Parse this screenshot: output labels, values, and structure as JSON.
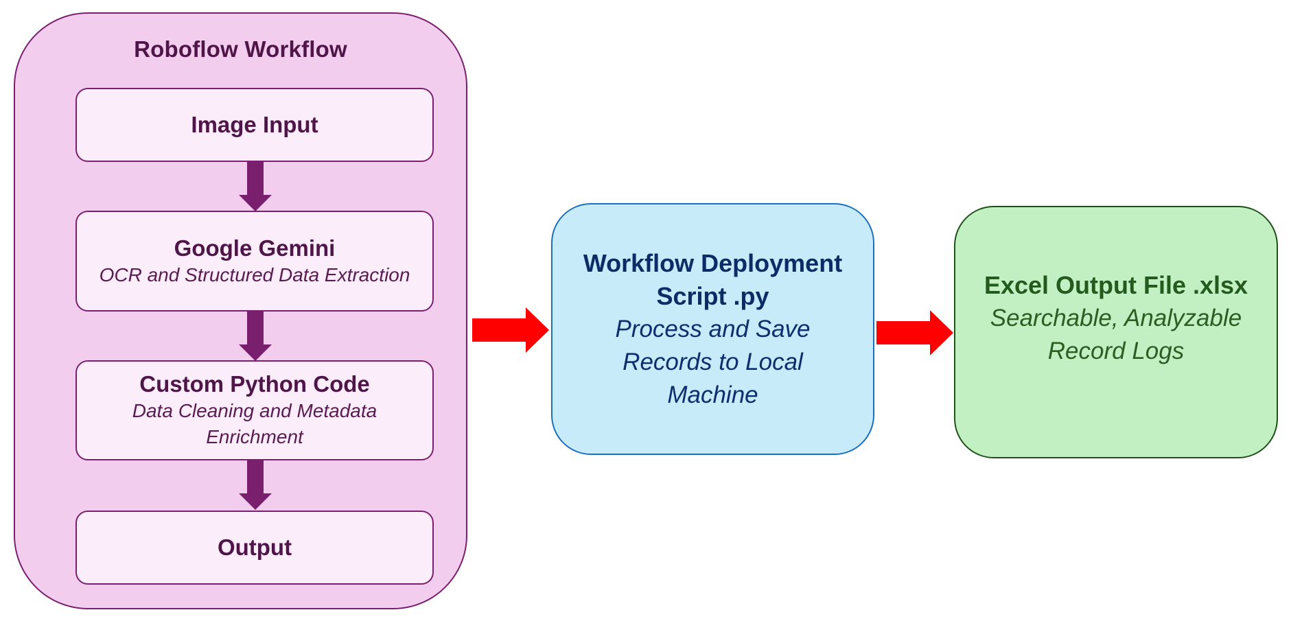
{
  "workflow": {
    "title": "Roboflow Workflow",
    "steps": [
      {
        "title": "Image Input",
        "subtitle": ""
      },
      {
        "title": "Google Gemini",
        "subtitle": "OCR and Structured Data Extraction"
      },
      {
        "title": "Custom Python Code",
        "subtitle": "Data Cleaning and Metadata Enrichment"
      },
      {
        "title": "Output",
        "subtitle": ""
      }
    ]
  },
  "script": {
    "title": "Workflow Deployment Script .py",
    "subtitle": "Process and Save Records to Local Machine"
  },
  "excel": {
    "title": "Excel Output File .xlsx",
    "subtitle": "Searchable, Analyzable Record Logs"
  },
  "colors": {
    "workflow_fill": "#f2cdee",
    "workflow_border": "#7a1f6e",
    "step_fill": "#fbeefa",
    "down_arrow": "#7a1f6e",
    "right_arrow": "#ff0000",
    "script_fill": "#c8ebfa",
    "script_border": "#1a6fbf",
    "excel_fill": "#c2f0c3",
    "excel_border": "#1e5218"
  }
}
